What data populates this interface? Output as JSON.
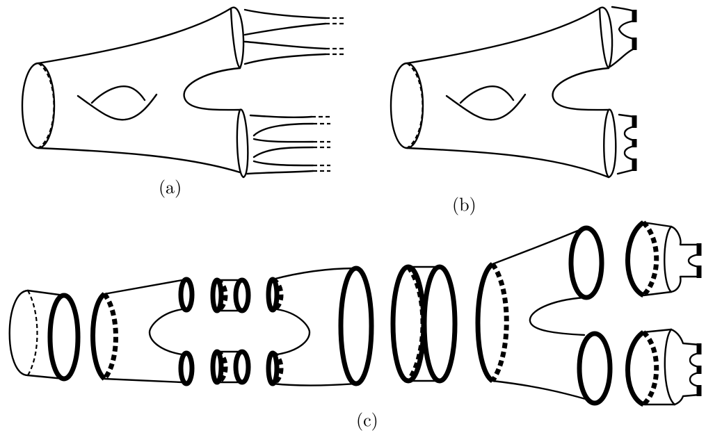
{
  "labels": {
    "a": "(a)",
    "b": "(b)",
    "c": "(c)"
  },
  "colors": {
    "ink": "#000000",
    "background": "#ffffff"
  }
}
